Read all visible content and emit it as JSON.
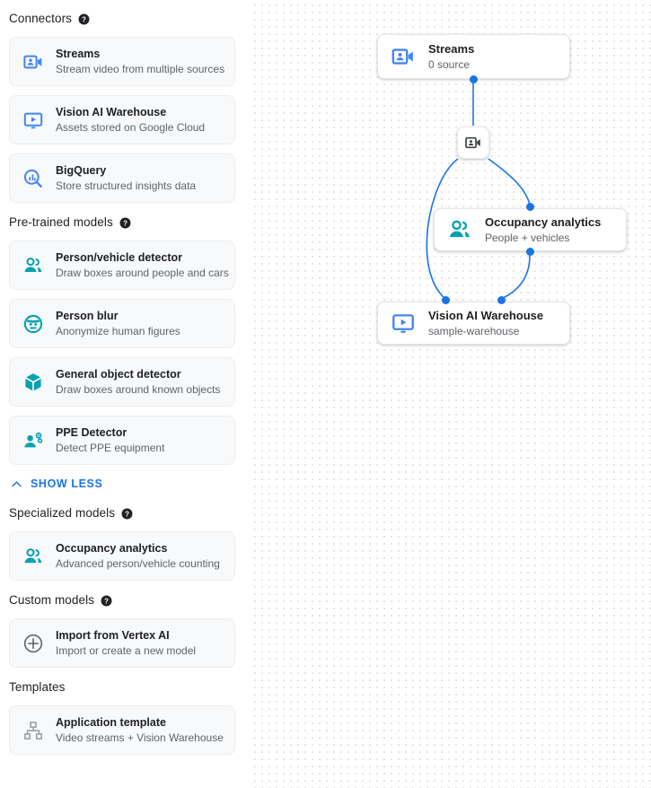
{
  "sidebar": {
    "sections": [
      {
        "id": "connectors",
        "title": "Connectors",
        "has_help": true,
        "help_icon": "help-circle-icon",
        "items": [
          {
            "title": "Streams",
            "subtitle": "Stream video from multiple sources",
            "icon": "video-camera-person-icon",
            "color": "#4285f4"
          },
          {
            "title": "Vision AI Warehouse",
            "subtitle": "Assets stored on Google Cloud",
            "icon": "monitor-play-icon",
            "color": "#4285f4"
          },
          {
            "title": "BigQuery",
            "subtitle": "Store structured insights data",
            "icon": "magnifier-bar-chart-icon",
            "color": "#4285f4"
          }
        ]
      },
      {
        "id": "pre-trained-models",
        "title": "Pre-trained models",
        "has_help": true,
        "help_icon": "help-circle-icon",
        "items": [
          {
            "title": "Person/vehicle detector",
            "subtitle": "Draw boxes around people and cars",
            "icon": "people-group-icon",
            "color": "#00a1b0"
          },
          {
            "title": "Person blur",
            "subtitle": "Anonymize human figures",
            "icon": "face-circle-icon",
            "color": "#00a1b0"
          },
          {
            "title": "General object detector",
            "subtitle": "Draw boxes around known objects",
            "icon": "cube-icon",
            "color": "#00a1b0"
          },
          {
            "title": "PPE Detector",
            "subtitle": "Detect PPE equipment",
            "icon": "person-gear-icon",
            "color": "#00a1b0"
          }
        ]
      },
      {
        "id": "specialized-models",
        "title": "Specialized models",
        "has_help": true,
        "help_icon": "help-circle-icon",
        "items": [
          {
            "title": "Occupancy analytics",
            "subtitle": "Advanced person/vehicle counting",
            "icon": "people-group-icon",
            "color": "#00a1b0"
          }
        ]
      },
      {
        "id": "custom-models",
        "title": "Custom models",
        "has_help": true,
        "help_icon": "help-circle-icon",
        "items": [
          {
            "title": "Import from Vertex AI",
            "subtitle": "Import or create a new model",
            "icon": "plus-circle-icon",
            "color": "#5f6368"
          }
        ]
      },
      {
        "id": "templates",
        "title": "Templates",
        "has_help": false,
        "items": [
          {
            "title": "Application template",
            "subtitle": "Video streams + Vision Warehouse",
            "icon": "account-tree-icon",
            "color": "#9aa0a6"
          }
        ]
      }
    ],
    "show_less": {
      "label": "SHOW LESS",
      "icon": "chevron-up-icon",
      "color": "#1a73e8"
    }
  },
  "canvas": {
    "nodes": [
      {
        "id": "streams",
        "title": "Streams",
        "subtitle": "0 source",
        "icon": "video-camera-person-icon",
        "color": "#4285f4"
      },
      {
        "id": "occupancy",
        "title": "Occupancy analytics",
        "subtitle": "People + vehicles",
        "icon": "people-group-icon",
        "color": "#00a1b0"
      },
      {
        "id": "warehouse",
        "title": "Vision AI Warehouse",
        "subtitle": "sample-warehouse",
        "icon": "monitor-play-icon",
        "color": "#4285f4"
      }
    ],
    "edge_badge": {
      "icon": "video-camera-person-icon",
      "color": "#3c4043"
    },
    "edge_color": "#1a73e8",
    "port_color": "#1a73e8",
    "grid_dot_color": "#e4e6e8"
  }
}
